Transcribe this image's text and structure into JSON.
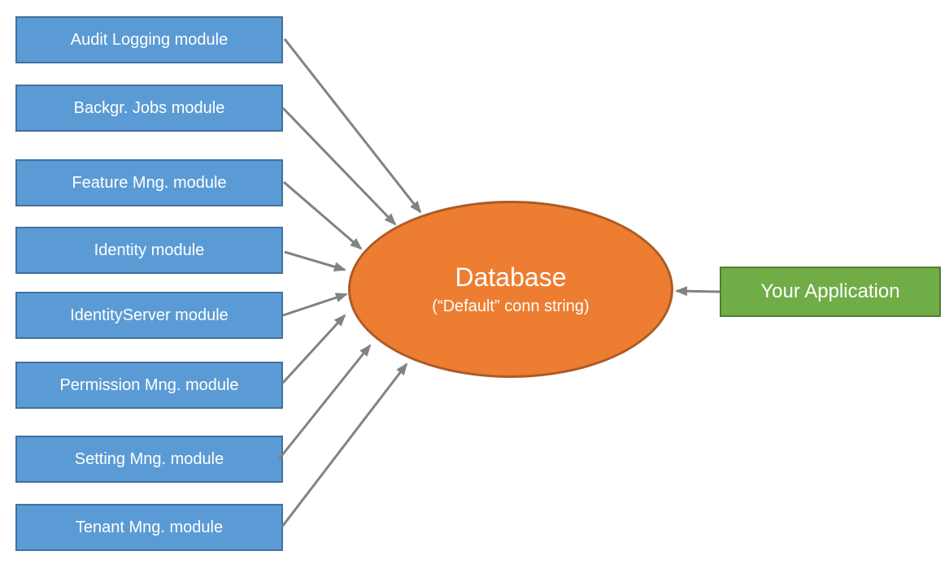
{
  "modules": [
    {
      "label": "Audit Logging module"
    },
    {
      "label": "Backgr. Jobs module"
    },
    {
      "label": "Feature Mng. module"
    },
    {
      "label": "Identity module"
    },
    {
      "label": "IdentityServer module"
    },
    {
      "label": "Permission Mng. module"
    },
    {
      "label": "Setting Mng. module"
    },
    {
      "label": "Tenant Mng. module"
    }
  ],
  "database": {
    "title": "Database",
    "subtitle": "(“Default” conn string)"
  },
  "application": {
    "label": "Your Application"
  },
  "connections": [
    {
      "from": "Audit Logging module",
      "to": "Database"
    },
    {
      "from": "Backgr. Jobs module",
      "to": "Database"
    },
    {
      "from": "Feature Mng. module",
      "to": "Database"
    },
    {
      "from": "Identity module",
      "to": "Database"
    },
    {
      "from": "IdentityServer module",
      "to": "Database"
    },
    {
      "from": "Permission Mng. module",
      "to": "Database"
    },
    {
      "from": "Setting Mng. module",
      "to": "Database"
    },
    {
      "from": "Tenant Mng. module",
      "to": "Database"
    },
    {
      "from": "Your Application",
      "to": "Database"
    }
  ],
  "colors": {
    "module_fill": "#5B9BD5",
    "module_border": "#41719C",
    "database_fill": "#ED7D31",
    "database_border": "#AC5B25",
    "application_fill": "#70AD47",
    "application_border": "#507E32",
    "arrow": "#828282",
    "text": "#FFFFFF"
  }
}
